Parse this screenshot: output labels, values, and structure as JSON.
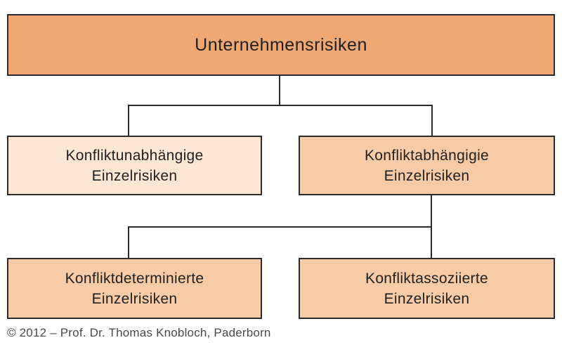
{
  "diagram": {
    "root": {
      "label": "Unternehmensrisiken"
    },
    "level2": [
      {
        "label_line1": "Konfliktunabhängige",
        "label_line2": "Einzelrisiken"
      },
      {
        "label_line1": "Konfliktabhängigie",
        "label_line2": "Einzelrisiken"
      }
    ],
    "level3": [
      {
        "label_line1": "Konfliktdeterminierte",
        "label_line2": "Einzelrisiken"
      },
      {
        "label_line1": "Konfliktassoziierte",
        "label_line2": "Einzelrisiken"
      }
    ]
  },
  "footer": {
    "copyright": "© 2012 – Prof. Dr. Thomas Knobloch, Paderborn"
  },
  "colors": {
    "root_fill": "#efa873",
    "independent_fill": "#fbe7d4",
    "dependent_fill": "#f7cba6",
    "border": "#2b2b2b",
    "text": "#1f1f1f",
    "footer_text": "#4a4a4a",
    "background": "#ffffff"
  }
}
